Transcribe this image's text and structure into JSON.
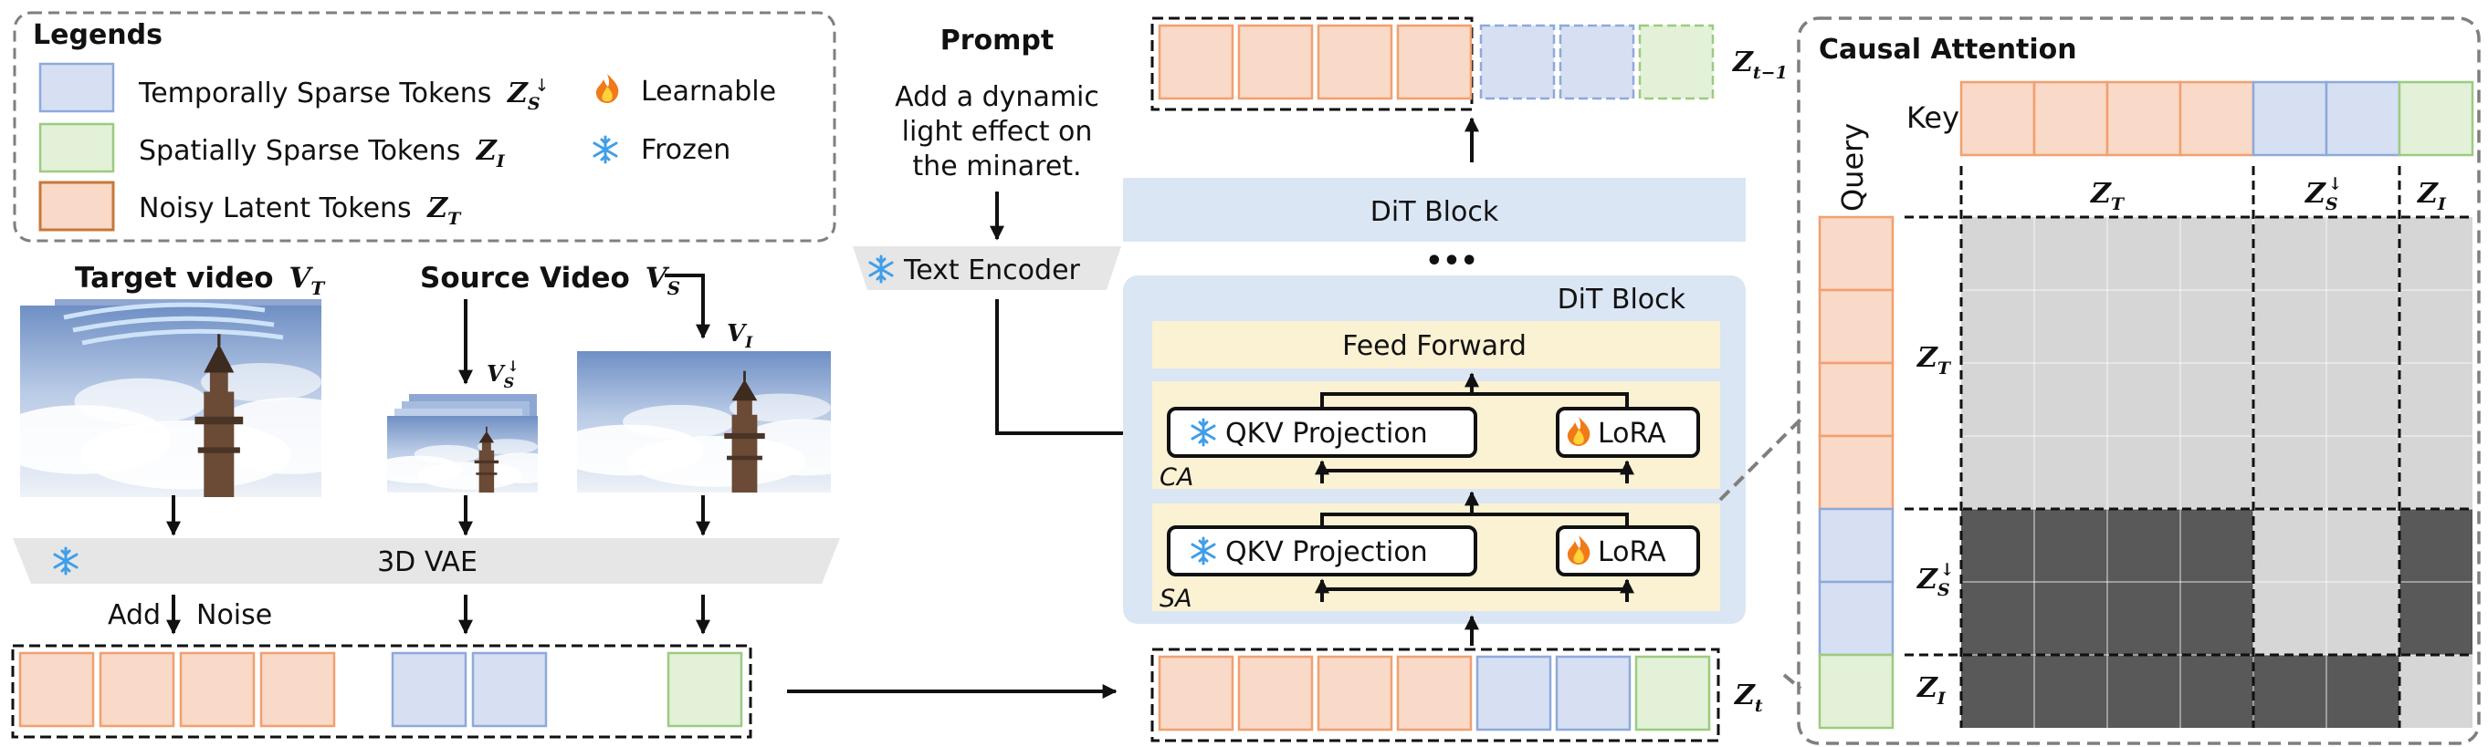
{
  "legend": {
    "title": "Legends",
    "temporal": "Temporally Sparse Tokens",
    "spatial": "Spatially Sparse Tokens",
    "noisy": "Noisy Latent Tokens",
    "learnable": "Learnable",
    "frozen": "Frozen"
  },
  "math": {
    "zs": "Z",
    "zs_sub": "S",
    "zs_sup": "↓",
    "zi": "Z",
    "zi_sub": "I",
    "zt": "Z",
    "zt_sub": "T",
    "vt": "V",
    "vt_sub": "T",
    "vs": "V",
    "vs_sub": "S",
    "vi": "V",
    "vi_sub": "I",
    "ztime": "Z",
    "ztime_sub": "t",
    "ztm1_sub": "t−1"
  },
  "inputs": {
    "target_video": "Target video",
    "source_video": "Source Video",
    "vae": "3D VAE",
    "add": "Add",
    "noise": "Noise"
  },
  "prompt": {
    "title": "Prompt",
    "line1": "Add a dynamic",
    "line2": "light effect on",
    "line3": "the minaret.",
    "encoder": "Text Encoder"
  },
  "dit": {
    "block_top": "DiT Block",
    "ellipsis": "•••",
    "block": "DiT Block",
    "ffn": "Feed Forward",
    "qkv1": "QKV Projection",
    "lora1": "LoRA",
    "ca": "CA",
    "qkv2": "QKV Projection",
    "lora2": "LoRA",
    "sa": "SA"
  },
  "attention": {
    "title": "Causal Attention",
    "key": "Key",
    "query": "Query"
  },
  "colors": {
    "noisy_fill": "#f9d9c7",
    "noisy_stroke": "#f0a071",
    "temporal_fill": "#d6e0f2",
    "temporal_stroke": "#8fa9da",
    "spatial_fill": "#e2f1d8",
    "spatial_stroke": "#9ccb80",
    "dit_bg": "#dbe6f4",
    "inner_bg": "#fbf1d3",
    "light_gray": "#d6d6d6",
    "dark_gray": "#595959"
  }
}
